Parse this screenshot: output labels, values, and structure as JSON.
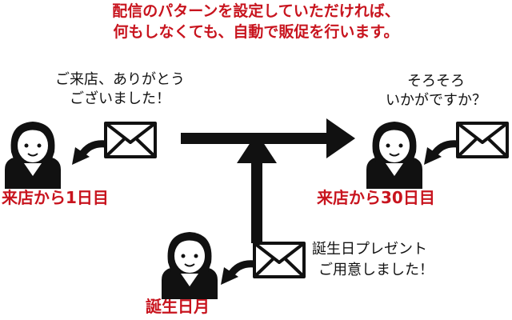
{
  "headline": {
    "line1": "配信のパターンを設定していただければ、",
    "line2": "何もしなくても、自動で販促を行います。"
  },
  "messages": {
    "visit_thanks": [
      "ご来店、ありがとう",
      "ございました！"
    ],
    "revisit_prompt": [
      "そろそろ",
      "いかがですか？"
    ],
    "birthday_gift": [
      "誕生日プレゼント",
      "ご用意しました！"
    ]
  },
  "labels": {
    "day1": "来店から1日目",
    "day30": "来店から30日目",
    "birthday_month": "誕生日月"
  },
  "colors": {
    "accent": "#c8141e",
    "ink": "#111111"
  },
  "icons": [
    "person-icon",
    "envelope-icon",
    "arrow-right-icon",
    "arrow-up-icon",
    "curved-arrow-icon"
  ]
}
